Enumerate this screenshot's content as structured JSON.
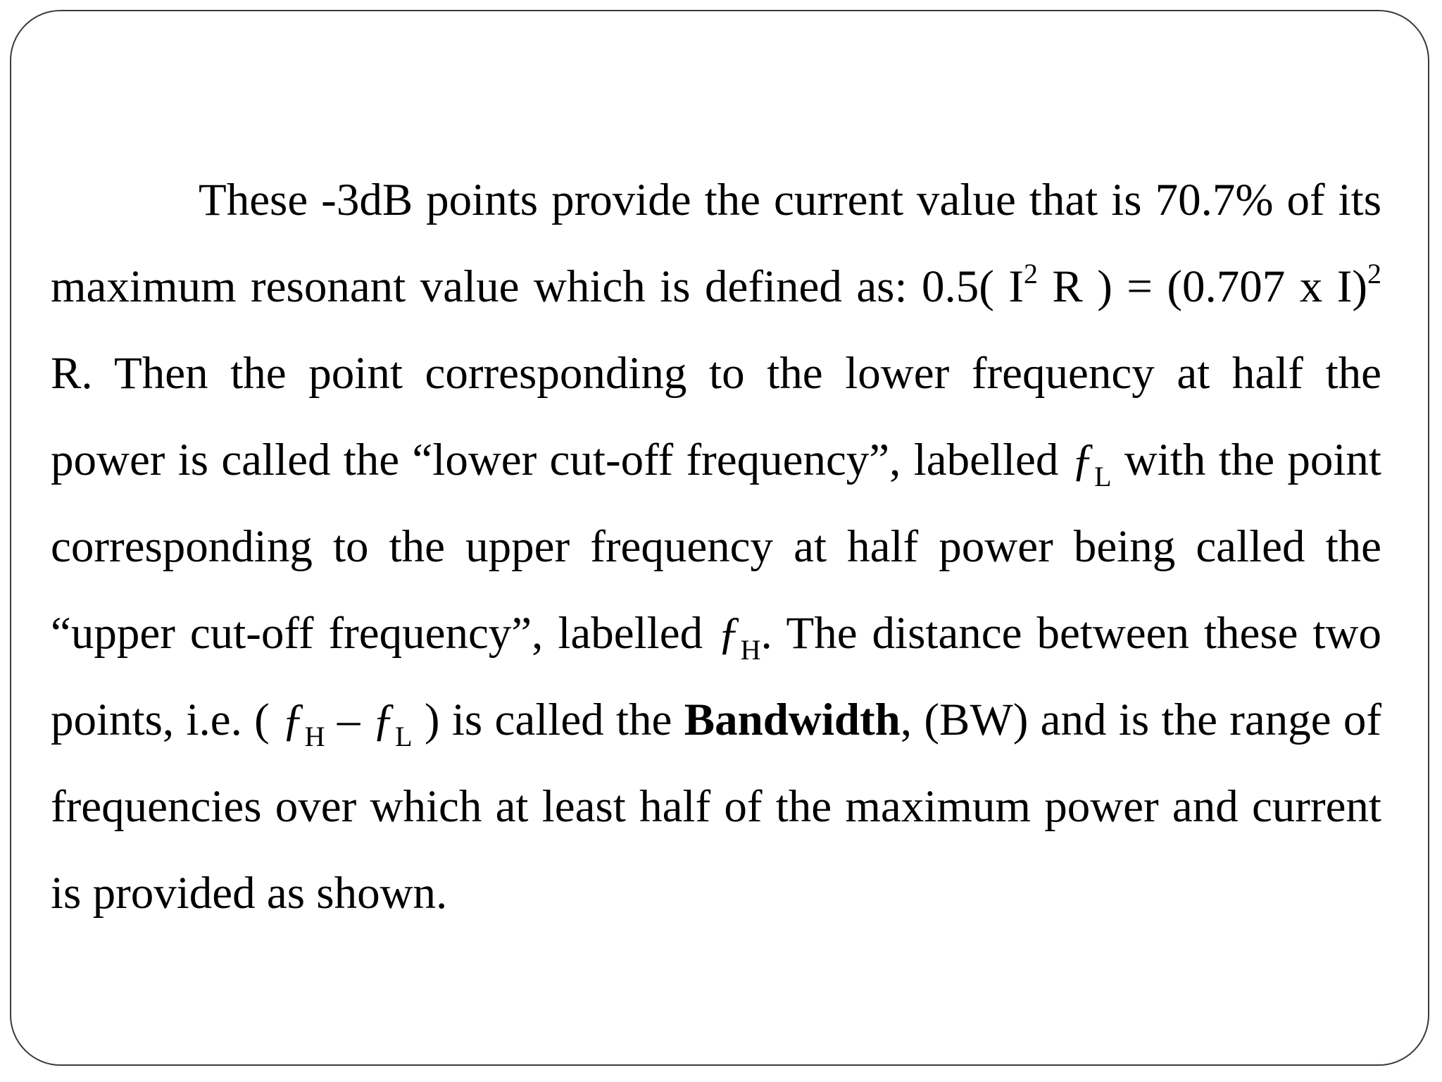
{
  "slide": {
    "p": {
      "t01": "These -3dB points provide the current value that is 70.7% of its maximum resonant value which is defined as: 0.5( I",
      "s01": "2",
      "t02": " R ) = (0.707 x I)",
      "s02": "2",
      "t03": " R. Then the point corresponding to the lower frequency at half the power is called the “lower cut-off frequency”, labelled ",
      "f1": "ƒ",
      "b1": "L",
      "t04": " with the point corresponding to the upper frequency at half power being called the “upper cut-off frequency”, labelled ",
      "f2": "ƒ",
      "b2": "H",
      "t05": ". The distance between these two points, i.e. ( ",
      "f3": "ƒ",
      "b3": "H",
      "t06": " – ",
      "f4": "ƒ",
      "b4": "L",
      "t07": " ) is called the ",
      "bold": "Bandwidth",
      "t08": ", (BW) and is the range of frequencies over which at least half of the maximum power and current is provided as shown."
    }
  }
}
